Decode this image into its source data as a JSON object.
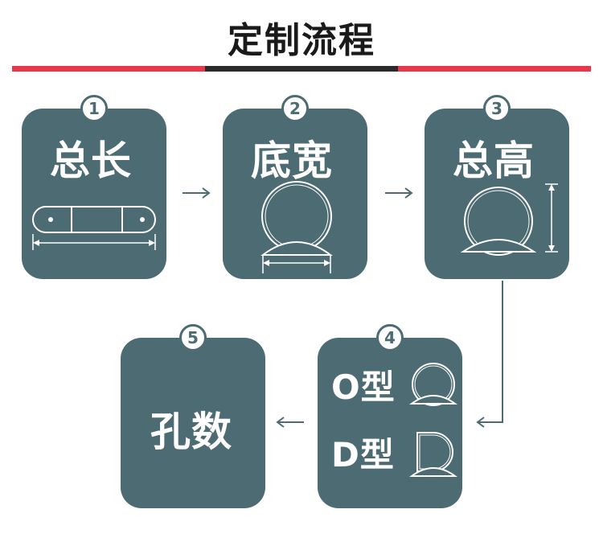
{
  "title": "定制流程",
  "colors": {
    "card": "#4d6b72",
    "accent_red": "#e8364a",
    "accent_dark": "#2a2a2a",
    "arrow": "#4d6b72"
  },
  "steps": [
    {
      "number": "1",
      "label": "总长"
    },
    {
      "number": "2",
      "label": "底宽"
    },
    {
      "number": "3",
      "label": "总高"
    },
    {
      "number": "4",
      "label_o": "O型",
      "label_d": "D型"
    },
    {
      "number": "5",
      "label": "孔数"
    }
  ]
}
